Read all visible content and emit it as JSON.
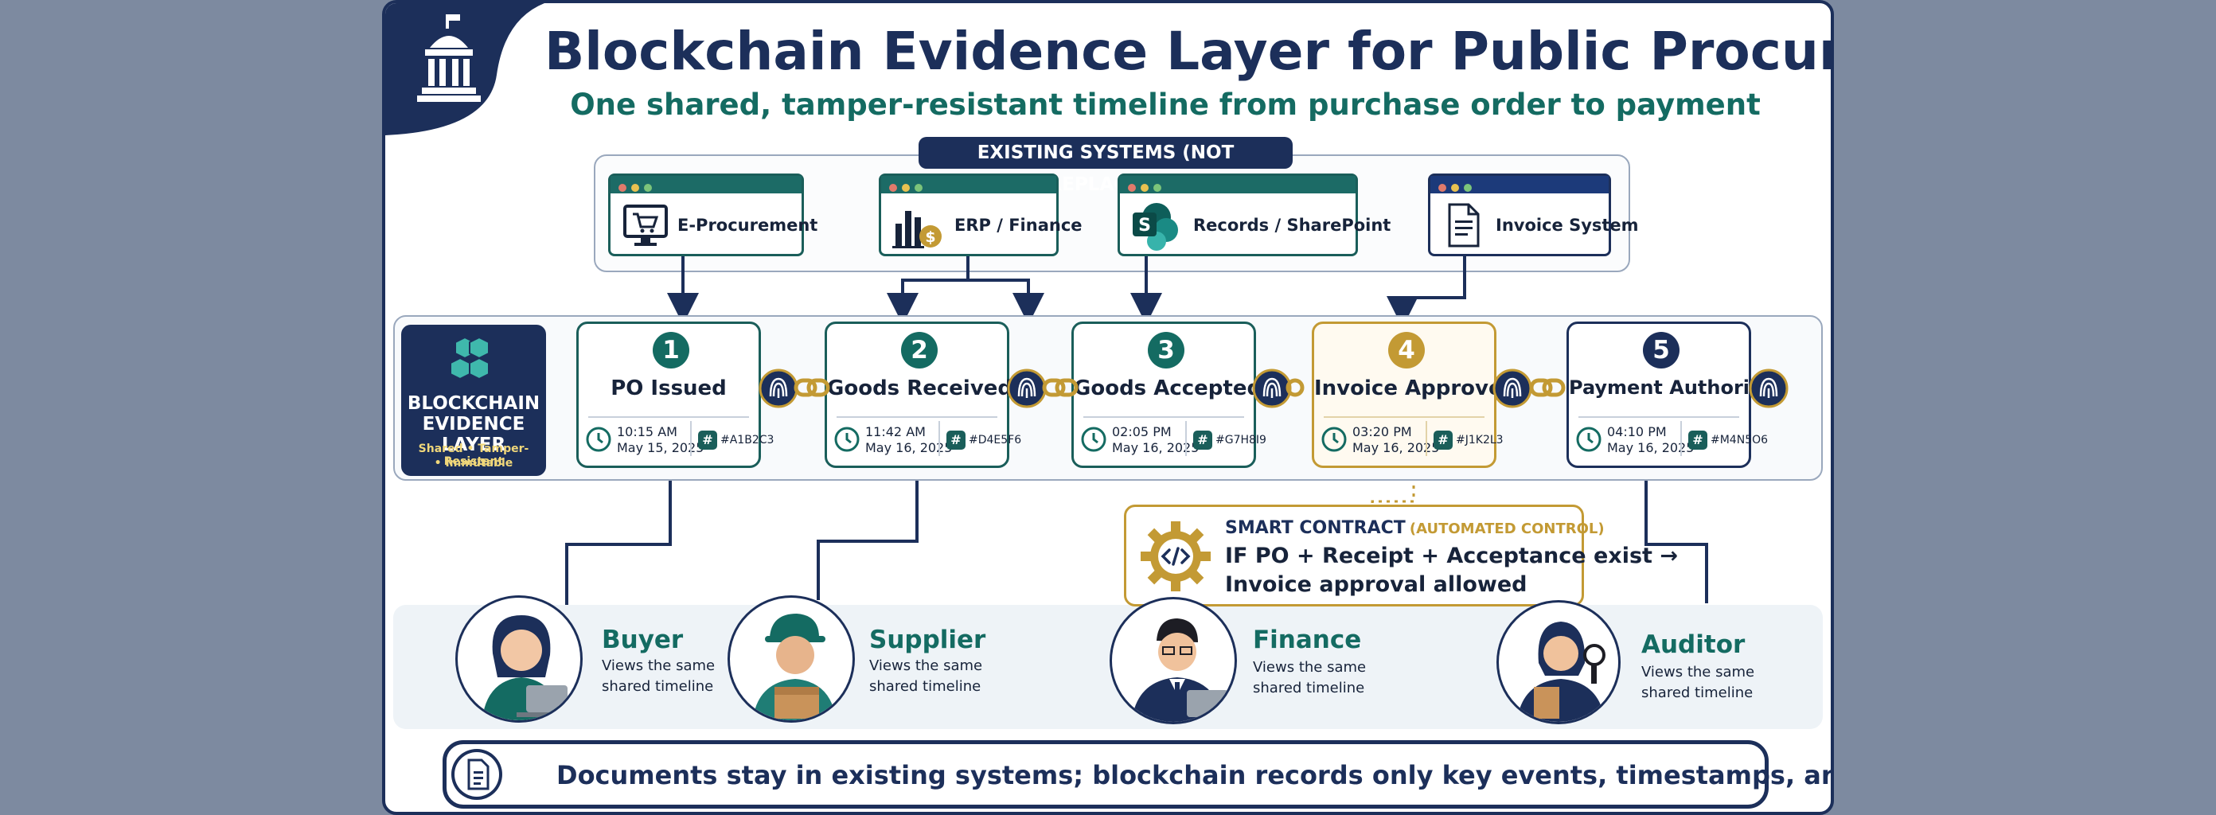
{
  "title": "Blockchain Evidence Layer for Public Procurement",
  "subtitle": "One shared, tamper-resistant timeline from purchase order to payment",
  "existing_systems_label": "EXISTING SYSTEMS (NOT REPLACED)",
  "systems": [
    {
      "label": "E-Procurement",
      "icon": "cart-monitor-icon"
    },
    {
      "label": "ERP / Finance",
      "icon": "bar-chart-coin-icon"
    },
    {
      "label": "Records / SharePoint",
      "icon": "sharepoint-icon"
    },
    {
      "label": "Invoice System",
      "icon": "document-icon"
    }
  ],
  "blockchain_box": {
    "line1": "BLOCKCHAIN",
    "line2": "EVIDENCE LAYER",
    "tagline1": "Shared • Tamper-Resistant",
    "tagline2": "• Immutable"
  },
  "steps": [
    {
      "num": "1",
      "title": "PO Issued",
      "time": "10:15 AM",
      "date": "May 15, 2025",
      "hash": "#A1B2C3"
    },
    {
      "num": "2",
      "title": "Goods Received",
      "time": "11:42 AM",
      "date": "May 16, 2025",
      "hash": "#D4E5F6"
    },
    {
      "num": "3",
      "title": "Goods Accepted",
      "time": "02:05 PM",
      "date": "May 16, 2025",
      "hash": "#G7H8I9"
    },
    {
      "num": "4",
      "title": "Invoice Approved",
      "time": "03:20 PM",
      "date": "May 16, 2025",
      "hash": "#J1K2L3"
    },
    {
      "num": "5",
      "title": "Payment Authorized",
      "time": "04:10 PM",
      "date": "May 16, 2025",
      "hash": "#M4N5O6"
    }
  ],
  "smart_contract": {
    "heading": "SMART CONTRACT",
    "heading_note": "(AUTOMATED CONTROL)",
    "line1": "IF PO + Receipt + Acceptance exist →",
    "line2": "Invoice approval allowed"
  },
  "roles": [
    {
      "name": "Buyer",
      "desc1": "Views the same",
      "desc2": "shared timeline"
    },
    {
      "name": "Supplier",
      "desc1": "Views the same",
      "desc2": "shared timeline"
    },
    {
      "name": "Finance",
      "desc1": "Views the same",
      "desc2": "shared timeline"
    },
    {
      "name": "Auditor",
      "desc1": "Views the same",
      "desc2": "shared timeline"
    }
  ],
  "footer": "Documents stay in existing systems; blockchain records only key events, timestamps, and hashes.",
  "colors": {
    "navy": "#1c2f5a",
    "teal": "#146b62",
    "gold": "#c39a34"
  }
}
